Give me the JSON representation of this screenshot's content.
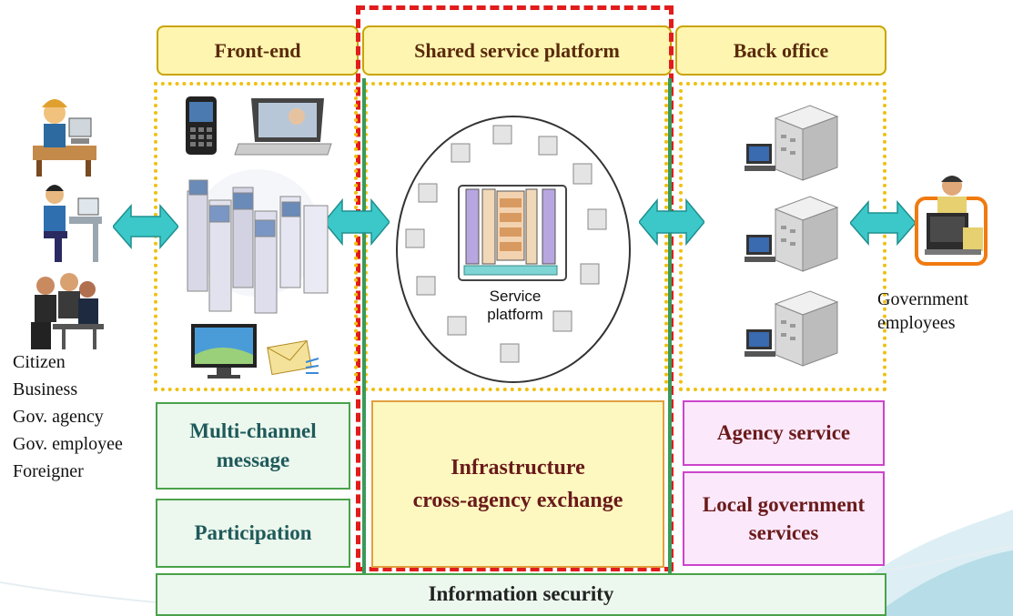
{
  "headers": {
    "front_end": "Front-end",
    "shared_platform": "Shared service platform",
    "back_office": "Back office"
  },
  "users": [
    "Citizen",
    "Business",
    "Gov. agency",
    "Gov. employee",
    "Foreigner"
  ],
  "government_employees": [
    "Government",
    "employees"
  ],
  "service_platform": [
    "Service",
    "platform"
  ],
  "boxes": {
    "multichannel": [
      "Multi-channel",
      "message"
    ],
    "participation": "Participation",
    "infrastructure": [
      "Infrastructure",
      "cross-agency exchange"
    ],
    "agency_service": "Agency service",
    "local_government": [
      "Local government",
      "services"
    ],
    "information_security": "Information security"
  },
  "colors": {
    "arrow": "#3cc8c8",
    "red_dash": "#e21b1b",
    "green_line": "#3a9a5a",
    "header_fill": "#fdf5b0",
    "dotted_border": "#f0c010"
  }
}
